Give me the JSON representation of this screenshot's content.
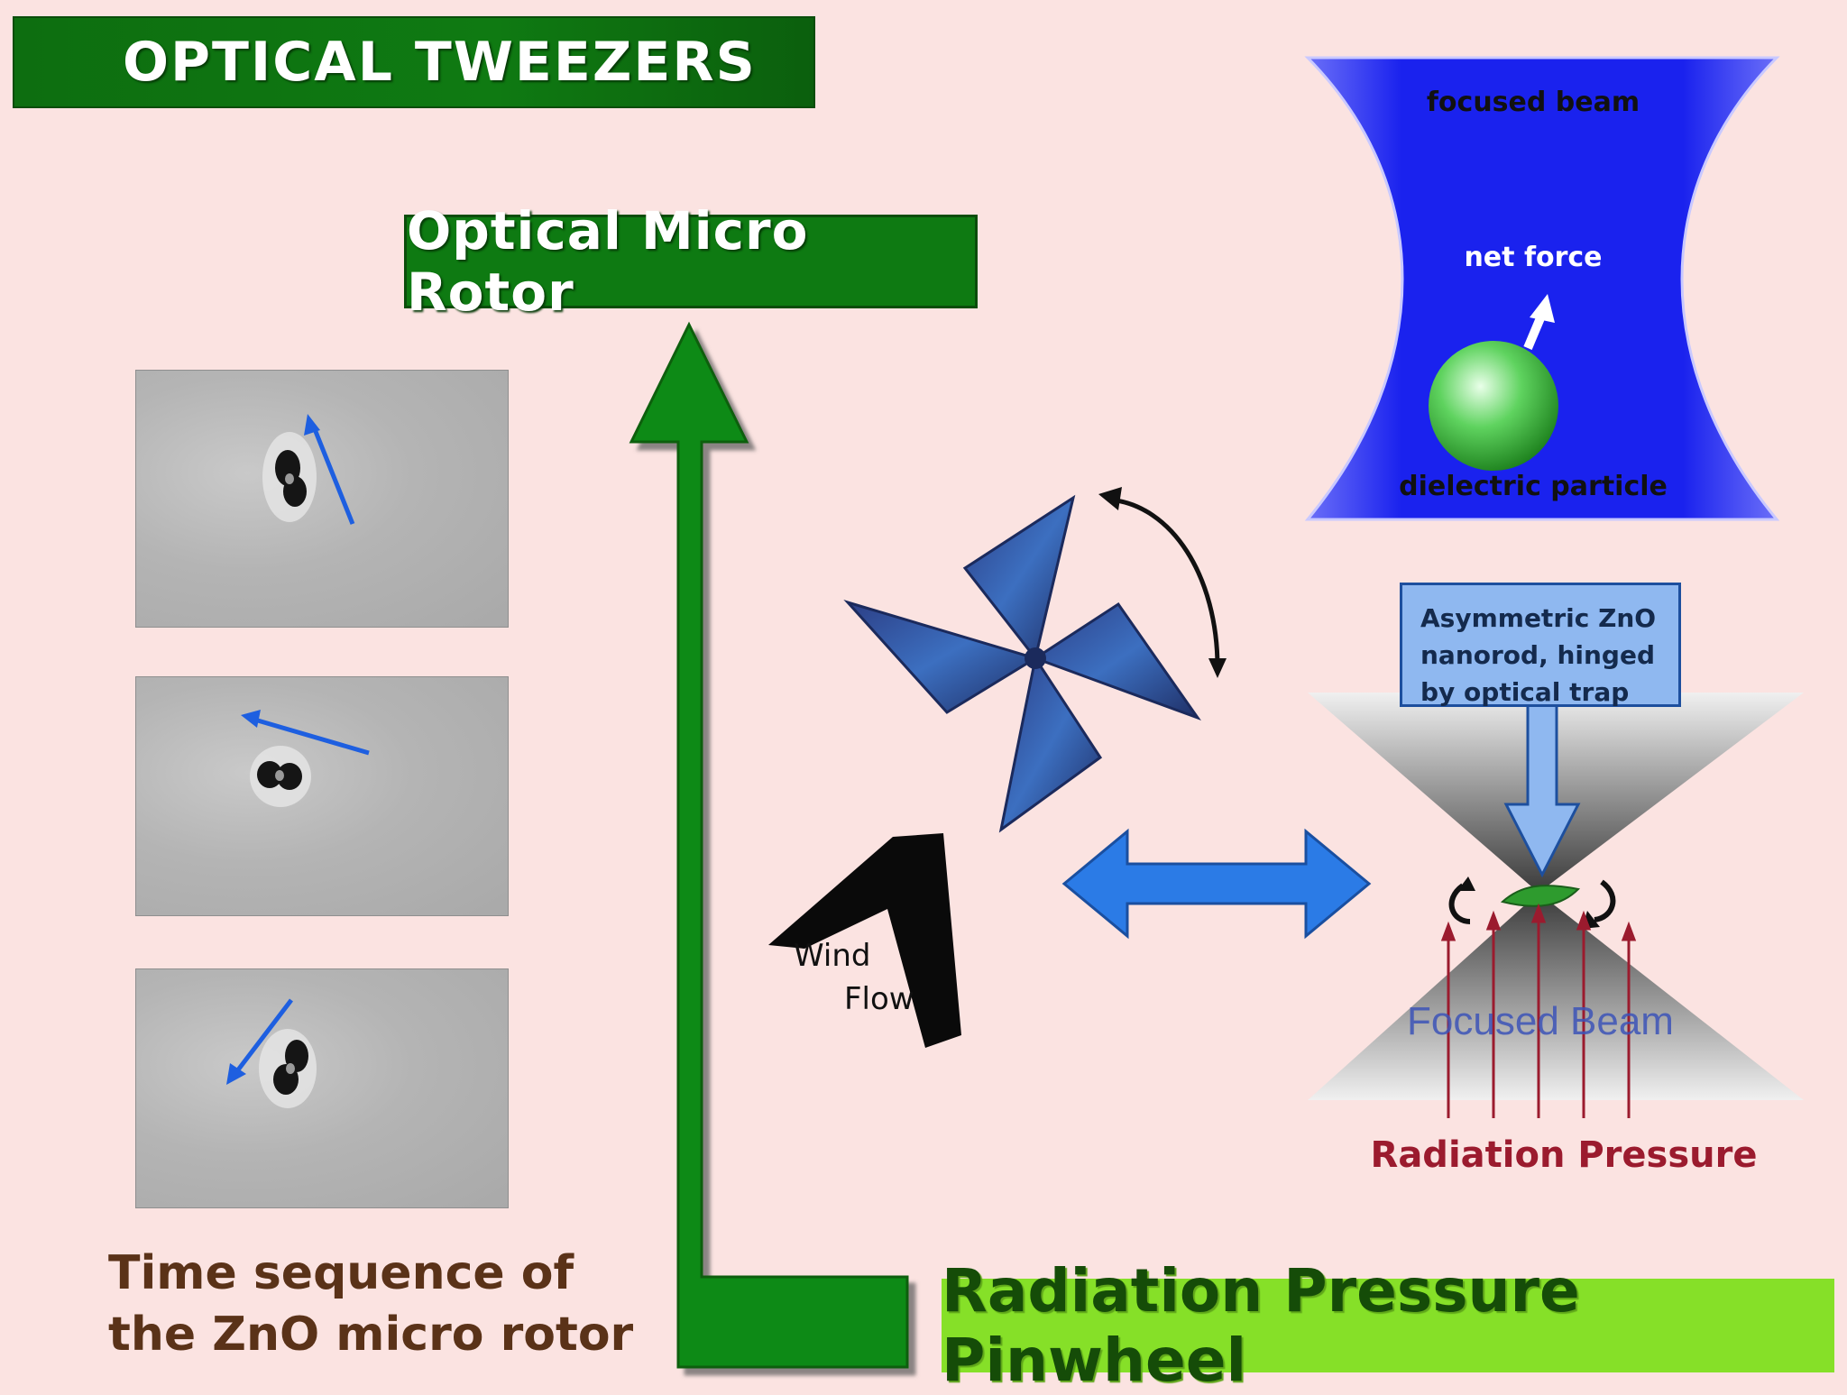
{
  "title": "OPTICAL  TWEEZERS",
  "rotor_title": "Optical Micro Rotor",
  "pinwheel_title": "Radiation Pressure Pinwheel",
  "caption": {
    "line1": "Time sequence of",
    "line2": "the ZnO micro rotor"
  },
  "beam_diagram": {
    "top_label": "focused beam",
    "force_label": "net force",
    "particle_label": "dielectric particle"
  },
  "nanorod_box": {
    "line1": "Asymmetric ZnO",
    "line2": "nanorod, hinged",
    "line3": "by optical trap"
  },
  "focused_beam_label": "Focused Beam",
  "radiation_label": "Radiation Pressure",
  "wind": {
    "line1": "Wind",
    "line2": "Flow"
  },
  "colors": {
    "background": "#fbe3e1",
    "title_green": "#0e7a12",
    "pinwheel_green": "#86e028",
    "beam_blue": "#1a22ee",
    "arrow_blue": "#2b7be6",
    "radiation_red": "#9b1b2e"
  }
}
